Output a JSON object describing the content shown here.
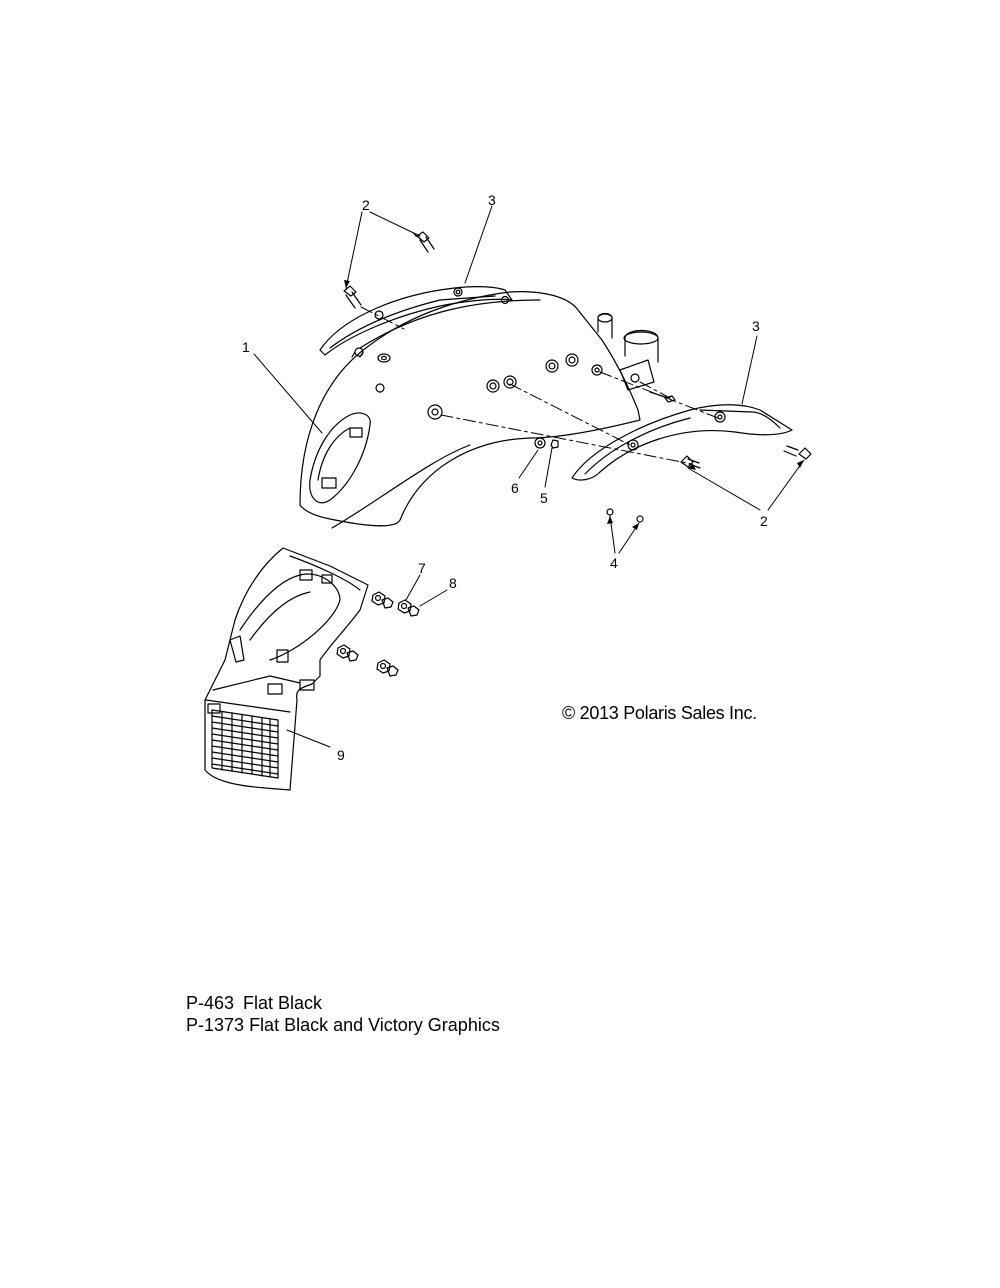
{
  "callouts": {
    "c1": "1",
    "c2a": "2",
    "c2b": "2",
    "c3a": "3",
    "c3b": "3",
    "c4": "4",
    "c5": "5",
    "c6": "6",
    "c7": "7",
    "c8": "8",
    "c9": "9"
  },
  "copyright": "© 2013 Polaris Sales Inc.",
  "notes": [
    {
      "code": "P-463",
      "text": "Flat Black"
    },
    {
      "code": "P-1373",
      "text": "Flat Black and Victory Graphics"
    }
  ]
}
